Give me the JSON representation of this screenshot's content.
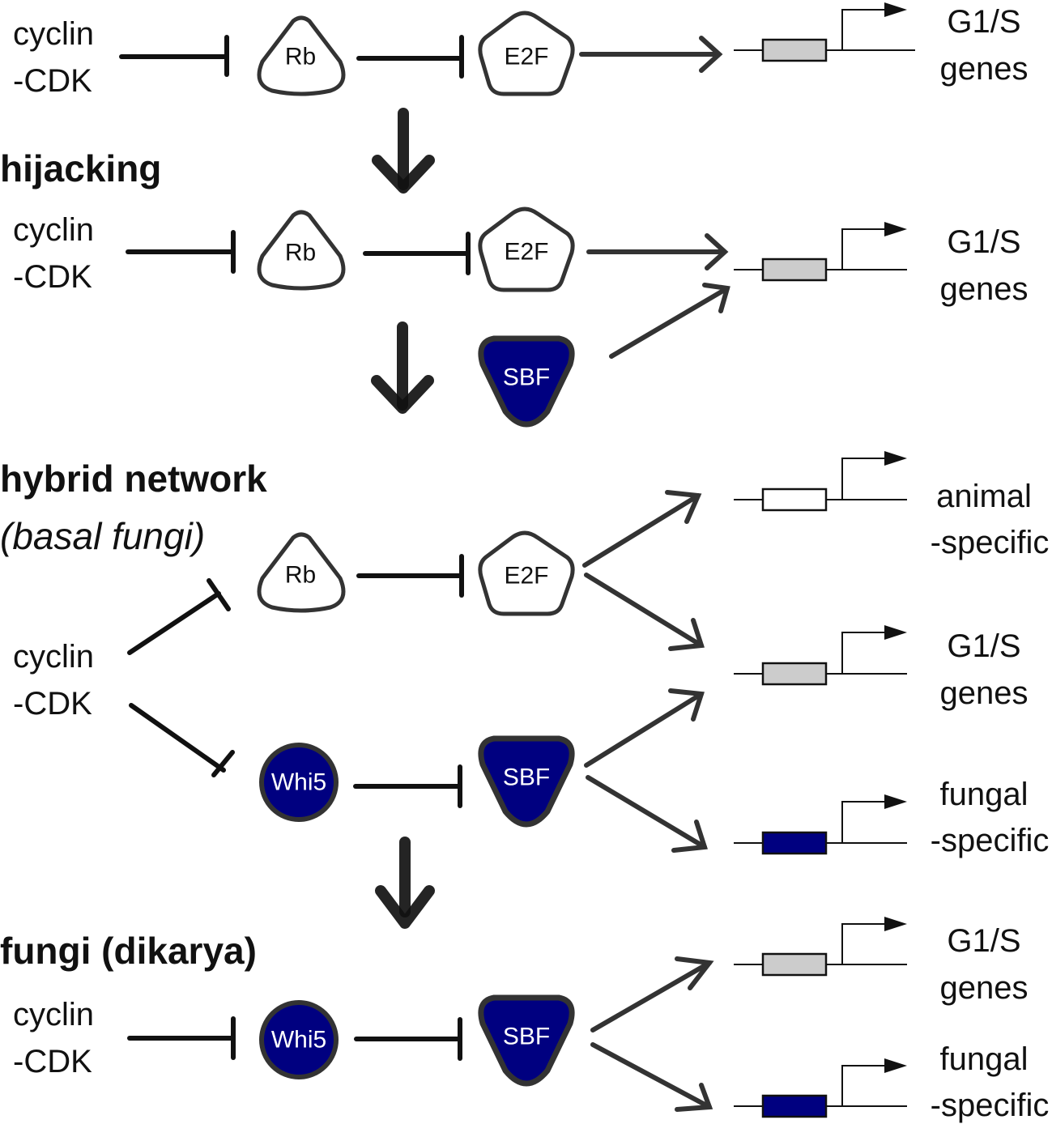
{
  "colors": {
    "navy": "#000080",
    "outline": "#333333",
    "gray_box": "#cccccc",
    "white_box": "#ffffff",
    "ink": "#111111"
  },
  "labels": {
    "cyclin_cdk_line1": "cyclin",
    "cyclin_cdk_line2": "-CDK",
    "rb": "Rb",
    "e2f": "E2F",
    "sbf": "SBF",
    "whi5": "Whi5"
  },
  "sections": {
    "ancestral": {
      "genes": [
        {
          "line1": "G1/S",
          "line2": "genes",
          "box": "gray"
        }
      ]
    },
    "hijacking": {
      "title": "hijacking",
      "genes": [
        {
          "line1": "G1/S",
          "line2": "genes",
          "box": "gray"
        }
      ]
    },
    "hybrid": {
      "title": "hybrid network",
      "subtitle": "(basal fungi)",
      "genes": [
        {
          "line1": "animal",
          "line2": "-specific",
          "box": "white"
        },
        {
          "line1": "G1/S",
          "line2": "genes",
          "box": "gray"
        },
        {
          "line1": "fungal",
          "line2": "-specific",
          "box": "navy"
        }
      ]
    },
    "dikarya": {
      "title": "fungi (dikarya)",
      "genes": [
        {
          "line1": "G1/S",
          "line2": "genes",
          "box": "gray"
        },
        {
          "line1": "fungal",
          "line2": "-specific",
          "box": "navy"
        }
      ]
    }
  }
}
